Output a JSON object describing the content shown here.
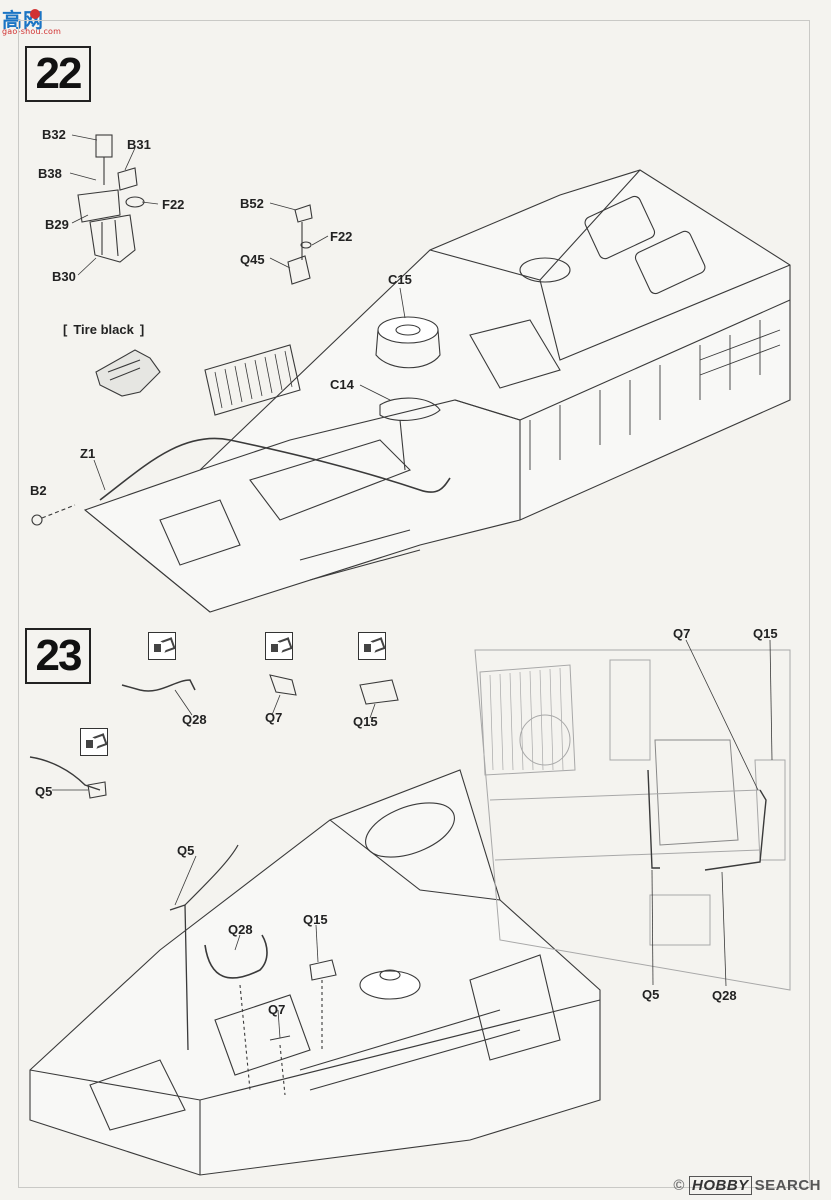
{
  "site_logo": {
    "hanzi": "高网",
    "url": "gao-shou.com"
  },
  "step22": {
    "number": "22",
    "labels": {
      "B32": "B32",
      "B31": "B31",
      "B38": "B38",
      "F22a": "F22",
      "B29": "B29",
      "B30": "B30",
      "B52": "B52",
      "F22b": "F22",
      "Q45": "Q45",
      "C15": "C15",
      "C14": "C14",
      "Z1": "Z1",
      "B2": "B2"
    },
    "paint_note": {
      "open": "[",
      "text": "Tire black",
      "close": "]"
    }
  },
  "step23": {
    "number": "23",
    "glue_labels": {
      "Q28": "Q28",
      "Q7": "Q7",
      "Q15": "Q15",
      "Q5": "Q5"
    },
    "main_labels": {
      "Q5": "Q5",
      "Q28": "Q28",
      "Q15": "Q15",
      "Q7": "Q7"
    },
    "detail_labels": {
      "Q7": "Q7",
      "Q15": "Q15",
      "Q5": "Q5",
      "Q28": "Q28"
    }
  },
  "watermark": {
    "symbol": "©",
    "brand": "HOBBY",
    "text": "SEARCH"
  },
  "colors": {
    "line": "#3a3a3a",
    "ghost": "#a8a8a8",
    "paper": "#f4f3ef"
  }
}
